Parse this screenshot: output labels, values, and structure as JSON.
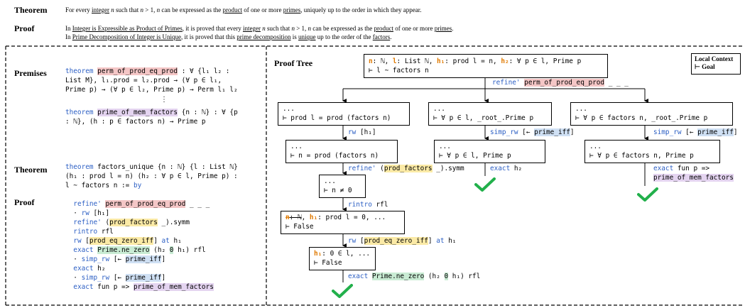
{
  "header": {
    "theorem_label": "Theorem",
    "theorem_text": "For every integer n such that n > 1, n can be expressed as the product of one or more primes, uniquely up to the order in which they appear.",
    "proof_label": "Proof",
    "proof_line1": "In Integer is Expressible as Product of Primes, it is proved that every integer n such that n > 1, n can be expressed as the product of one or more primes.",
    "proof_line2": "In Prime Decomposition of Integer is Unique, it is proved that this prime decomposition is unique up to the order of the factors."
  },
  "left": {
    "premises_label": "Premises",
    "theorem_label": "Theorem",
    "proof_label": "Proof",
    "dots": "⋮"
  },
  "tree": {
    "title": "Proof Tree",
    "local_context_label": "Local Context",
    "goal_label": "⊢ Goal"
  },
  "colors": {
    "keyword": "#2c5fc4",
    "check": "#22b04b",
    "red_hl": "#f4c6c6",
    "yellow_hl": "#fbeaa6",
    "green_hl": "#c9ecd4",
    "blue_hl": "#cfe0f4",
    "purple_hl": "#e4d4f0"
  }
}
